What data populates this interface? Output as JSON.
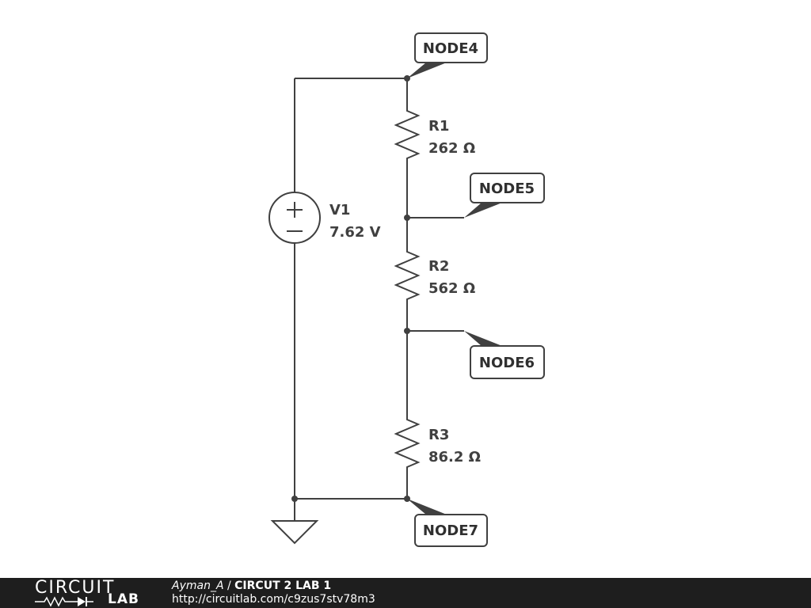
{
  "schematic": {
    "source": {
      "name": "V1",
      "value": "7.62 V"
    },
    "resistors": [
      {
        "name": "R1",
        "value": "262 Ω"
      },
      {
        "name": "R2",
        "value": "562 Ω"
      },
      {
        "name": "R3",
        "value": "86.2 Ω"
      }
    ],
    "nodes": [
      "NODE4",
      "NODE5",
      "NODE6",
      "NODE7"
    ]
  },
  "footer": {
    "brand_top": "CIRCUIT",
    "brand_bottom": "LAB",
    "author": "Ayman_A",
    "separator": " / ",
    "title": "CIRCUT 2 LAB 1",
    "url": "http://circuitlab.com/c9zus7stv78m3"
  }
}
